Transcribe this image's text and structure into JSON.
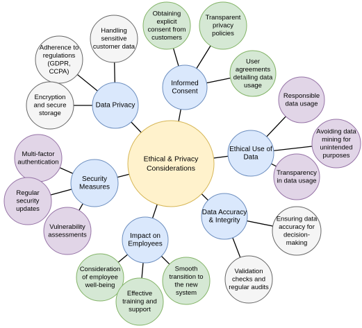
{
  "colors": {
    "center_fill": "#fff2cc",
    "center_stroke": "#d6b656",
    "main_fill": "#dae8fc",
    "main_stroke": "#6c8ebf",
    "gray_fill": "#f5f5f5",
    "gray_stroke": "#666666",
    "green_fill": "#d5e8d4",
    "green_stroke": "#82b366",
    "purple_fill": "#e1d5e7",
    "purple_stroke": "#9673a6"
  },
  "center": {
    "id": "center",
    "lines": [
      "Ethical & Privacy",
      "Considerations"
    ]
  },
  "nodes": [
    {
      "id": "data-privacy",
      "kind": "main",
      "lines": [
        "Data Privacy"
      ]
    },
    {
      "id": "informed-consent",
      "kind": "main",
      "lines": [
        "Informed",
        "Consent"
      ]
    },
    {
      "id": "ethical-use",
      "kind": "main",
      "lines": [
        "Ethical Use of",
        "Data"
      ]
    },
    {
      "id": "security-measures",
      "kind": "main",
      "lines": [
        "Security",
        "Measures"
      ]
    },
    {
      "id": "data-accuracy",
      "kind": "main",
      "lines": [
        "Data Accuracy",
        "& Integrity"
      ]
    },
    {
      "id": "impact-employees",
      "kind": "main",
      "lines": [
        "Impact on",
        "Employees"
      ]
    },
    {
      "id": "handling-sensitive",
      "kind": "gray",
      "lines": [
        "Handling",
        "sensitive",
        "customer data"
      ]
    },
    {
      "id": "adherence-regulations",
      "kind": "gray",
      "lines": [
        "Adherence to",
        "regulations",
        "(GDPR,",
        "CCPA)"
      ]
    },
    {
      "id": "encryption-storage",
      "kind": "gray",
      "lines": [
        "Encryption",
        "and secure",
        "storage"
      ]
    },
    {
      "id": "obtaining-consent",
      "kind": "green",
      "lines": [
        "Obtaining",
        "explicit",
        "consent from",
        "customers"
      ]
    },
    {
      "id": "transparent-policies",
      "kind": "green",
      "lines": [
        "Transparent",
        "privacy",
        "policies"
      ]
    },
    {
      "id": "user-agreements",
      "kind": "green",
      "lines": [
        "User",
        "agreements",
        "detailing data",
        "usage"
      ]
    },
    {
      "id": "responsible-usage",
      "kind": "purple",
      "lines": [
        "Responsible",
        "data usage"
      ]
    },
    {
      "id": "avoiding-mining",
      "kind": "purple",
      "lines": [
        "Avoiding data",
        "mining for",
        "unintended",
        "purposes"
      ]
    },
    {
      "id": "transparency-usage",
      "kind": "purple",
      "lines": [
        "Transparency",
        "in data usage"
      ]
    },
    {
      "id": "multi-factor",
      "kind": "purple",
      "lines": [
        "Multi-factor",
        "authentication"
      ]
    },
    {
      "id": "regular-updates",
      "kind": "purple",
      "lines": [
        "Regular",
        "security",
        "updates"
      ]
    },
    {
      "id": "vulnerability-assessments",
      "kind": "purple",
      "lines": [
        "Vulnerability",
        "assessments"
      ]
    },
    {
      "id": "ensuring-accuracy",
      "kind": "gray",
      "lines": [
        "Ensuring data",
        "accuracy for",
        "decision-",
        "making"
      ]
    },
    {
      "id": "validation-checks",
      "kind": "gray",
      "lines": [
        "Validation",
        "checks and",
        "regular audits"
      ]
    },
    {
      "id": "consideration-wellbeing",
      "kind": "green",
      "lines": [
        "Consideration",
        "of employee",
        "well-being"
      ]
    },
    {
      "id": "effective-training",
      "kind": "green",
      "lines": [
        "Effective",
        "training and",
        "support"
      ]
    },
    {
      "id": "smooth-transition",
      "kind": "green",
      "lines": [
        "Smooth",
        "transition to",
        "the new",
        "system"
      ]
    }
  ],
  "edges": [
    [
      "center",
      "data-privacy"
    ],
    [
      "center",
      "informed-consent"
    ],
    [
      "center",
      "ethical-use"
    ],
    [
      "center",
      "security-measures"
    ],
    [
      "center",
      "data-accuracy"
    ],
    [
      "center",
      "impact-employees"
    ],
    [
      "data-privacy",
      "handling-sensitive"
    ],
    [
      "data-privacy",
      "adherence-regulations"
    ],
    [
      "data-privacy",
      "encryption-storage"
    ],
    [
      "informed-consent",
      "obtaining-consent"
    ],
    [
      "informed-consent",
      "transparent-policies"
    ],
    [
      "informed-consent",
      "user-agreements"
    ],
    [
      "ethical-use",
      "responsible-usage"
    ],
    [
      "ethical-use",
      "avoiding-mining"
    ],
    [
      "ethical-use",
      "transparency-usage"
    ],
    [
      "security-measures",
      "multi-factor"
    ],
    [
      "security-measures",
      "regular-updates"
    ],
    [
      "security-measures",
      "vulnerability-assessments"
    ],
    [
      "data-accuracy",
      "ensuring-accuracy"
    ],
    [
      "data-accuracy",
      "validation-checks"
    ],
    [
      "impact-employees",
      "consideration-wellbeing"
    ],
    [
      "impact-employees",
      "effective-training"
    ],
    [
      "impact-employees",
      "smooth-transition"
    ]
  ]
}
